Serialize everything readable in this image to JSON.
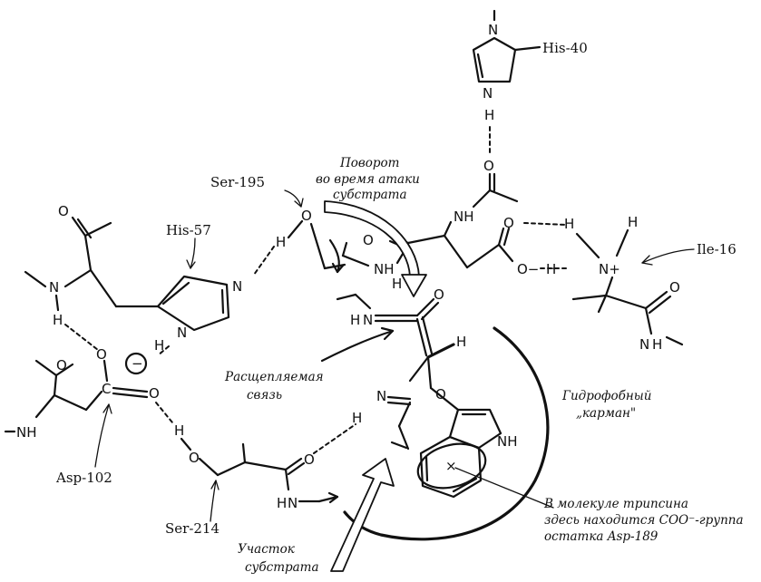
{
  "atoms": {
    "o": "O",
    "n": "N",
    "h": "H",
    "c": "C",
    "nh": "NH",
    "n_plus": "N+",
    "o_minus": "O−",
    "minus_sign": "−"
  },
  "residues": {
    "his40": "His-40",
    "ser195": "Ser-195",
    "his57": "His-57",
    "ile16": "Ile-16",
    "asp102": "Asp-102",
    "ser214": "Ser-214"
  },
  "annotations": {
    "rotation": [
      "Поворот",
      "во время атаки",
      "субстрата"
    ],
    "cleaved_bond": [
      "Расщепляемая",
      "связь"
    ],
    "hydrophobic_pocket": [
      "Гидрофобный",
      "„карман\""
    ],
    "trypsin_note": [
      "В молекуле трипсина",
      "здесь находится COO⁻-группа",
      "остатка  Asp-189"
    ],
    "substrate_site": [
      "Участок",
      "субстрата"
    ]
  }
}
